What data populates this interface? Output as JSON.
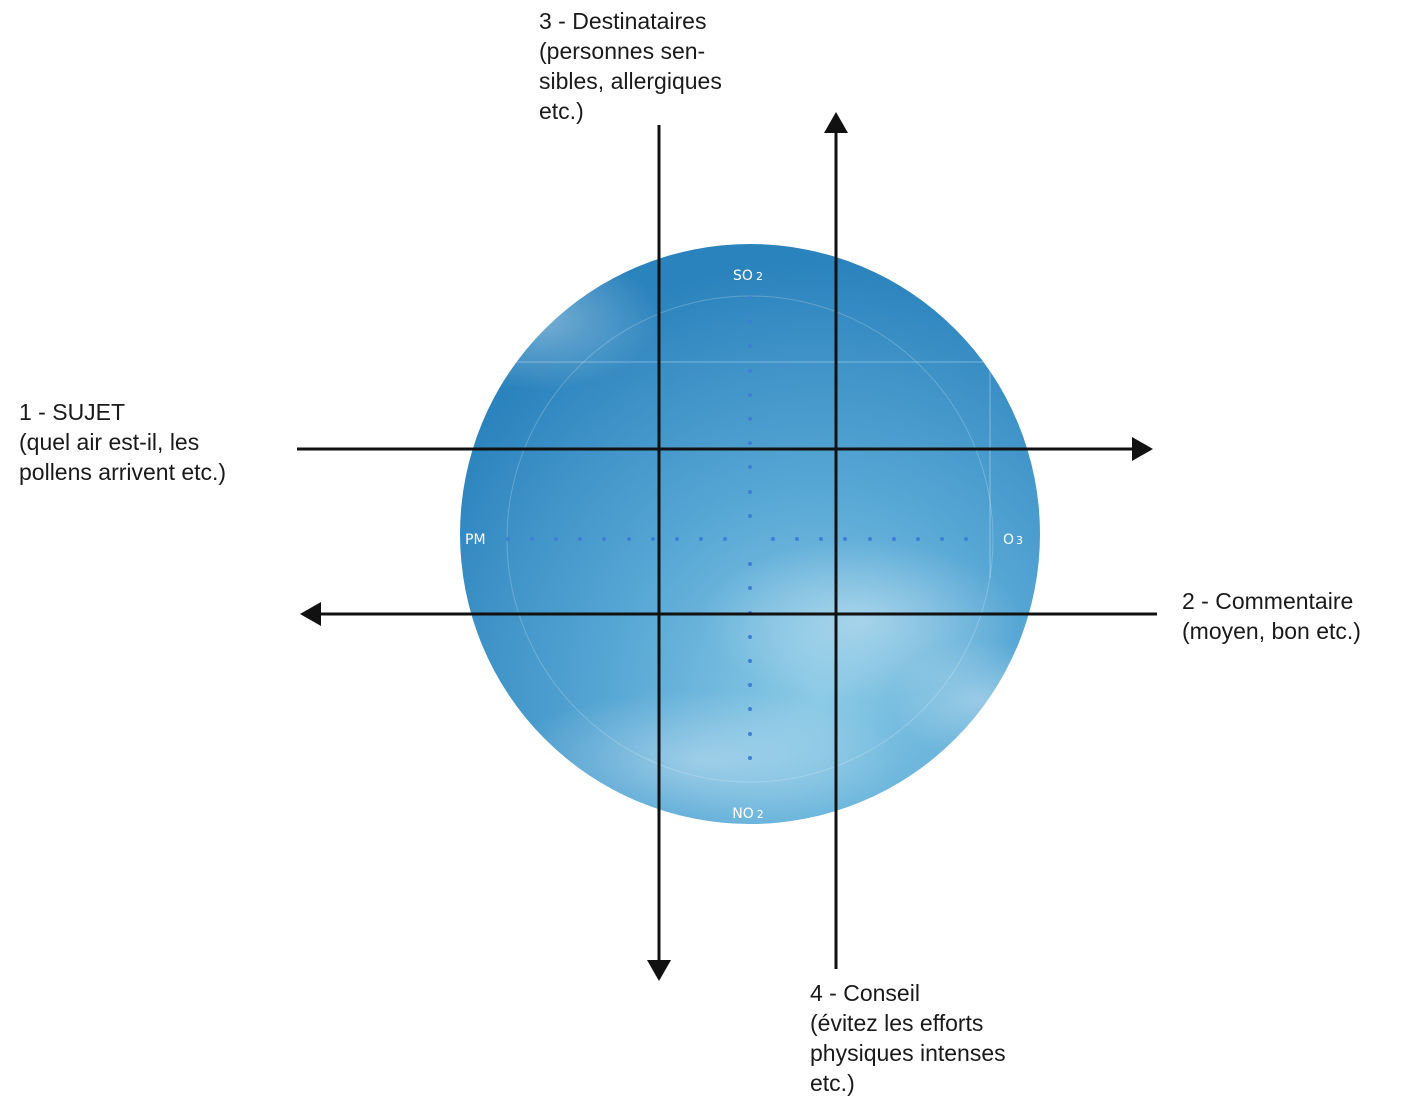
{
  "labels": {
    "sujet": [
      "1 - SUJET",
      "(quel air est-il, les",
      "pollens arrivent etc.)"
    ],
    "commentaire": [
      "2 - Commentaire",
      "(moyen, bon etc.)"
    ],
    "destinataires": [
      "3 - Destinataires",
      "(personnes sen-",
      "sibles, allergiques",
      "etc.)"
    ],
    "conseil": [
      "4 - Conseil",
      "(évitez les efforts",
      "physiques intenses",
      "etc.)"
    ]
  },
  "pollutants": {
    "top": {
      "base": "SO",
      "sub": "2"
    },
    "bottom": {
      "base": "NO",
      "sub": "2"
    },
    "left": {
      "base": "PM",
      "sub": ""
    },
    "right": {
      "base": "O",
      "sub": "3"
    }
  },
  "colors": {
    "arrow": "#111111",
    "circle_light": "#8ccbe6",
    "circle_dark": "#2b83bd",
    "dots": "#3d7fd6",
    "text": "#1a1a1a"
  }
}
